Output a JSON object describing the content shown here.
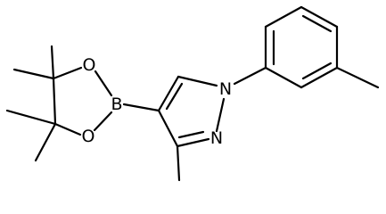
{
  "atoms": {
    "boron": "B",
    "oxygen_top": "O",
    "oxygen_bottom": "O",
    "nitrogen_1": "N",
    "nitrogen_2": "N"
  }
}
